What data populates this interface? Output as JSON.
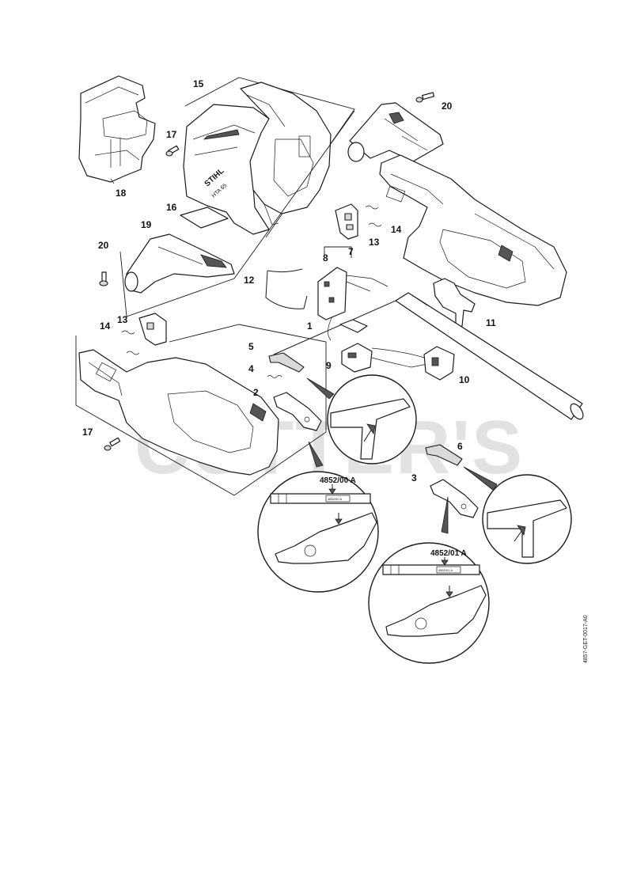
{
  "watermark": "CUTTER'S",
  "document_id": "4857-GET-0017-A0",
  "callouts": {
    "c1": "1",
    "c2": "2",
    "c3": "3",
    "c4": "4",
    "c5": "5",
    "c6": "6",
    "c7": "7",
    "c8": "8",
    "c9": "9",
    "c10": "10",
    "c11": "11",
    "c12": "12",
    "c13a": "13",
    "c13b": "13",
    "c14a": "14",
    "c14b": "14",
    "c15": "15",
    "c16": "16",
    "c17a": "17",
    "c17b": "17",
    "c18": "18",
    "c19": "19",
    "c20a": "20",
    "c20b": "20"
  },
  "part_numbers": {
    "detail_left": "4852/00 A",
    "detail_right": "4852/01 A"
  },
  "tiny_labels": {
    "detail_left": "4852/00 A",
    "detail_right": "4852/01 A"
  },
  "housing_text": {
    "brand": "STIHL",
    "model": "HTA 65"
  }
}
